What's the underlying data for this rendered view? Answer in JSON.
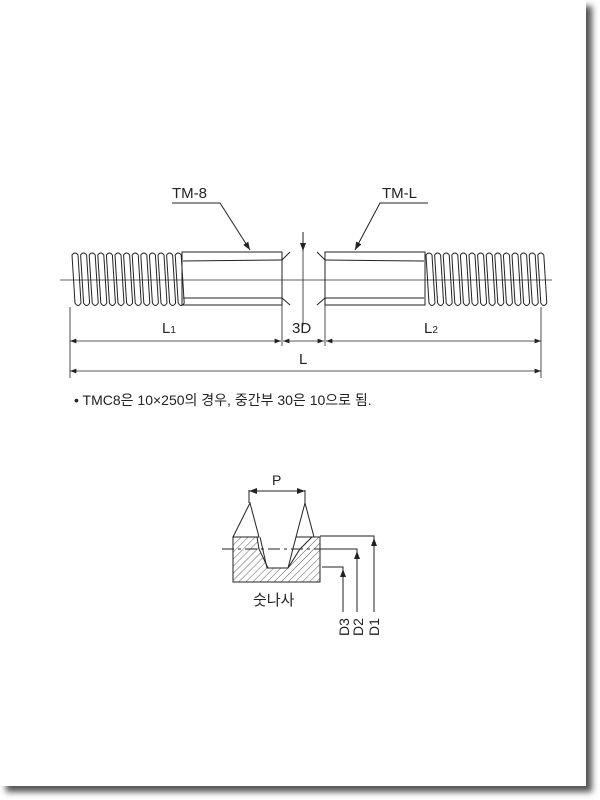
{
  "rod": {
    "label_left": "TM-8",
    "label_right": "TM-L",
    "dim_l1": "L",
    "dim_l1_sub": "1",
    "dim_center": "3D",
    "dim_l2": "L",
    "dim_l2_sub": "2",
    "dim_total": "L"
  },
  "note": "• TMC8은 10×250의 경우, 중간부 30은 10으로 됨.",
  "thread_detail": {
    "pitch_label": "P",
    "caption": "숫나사",
    "d3": "D3",
    "d2": "D2",
    "d1": "D1"
  }
}
